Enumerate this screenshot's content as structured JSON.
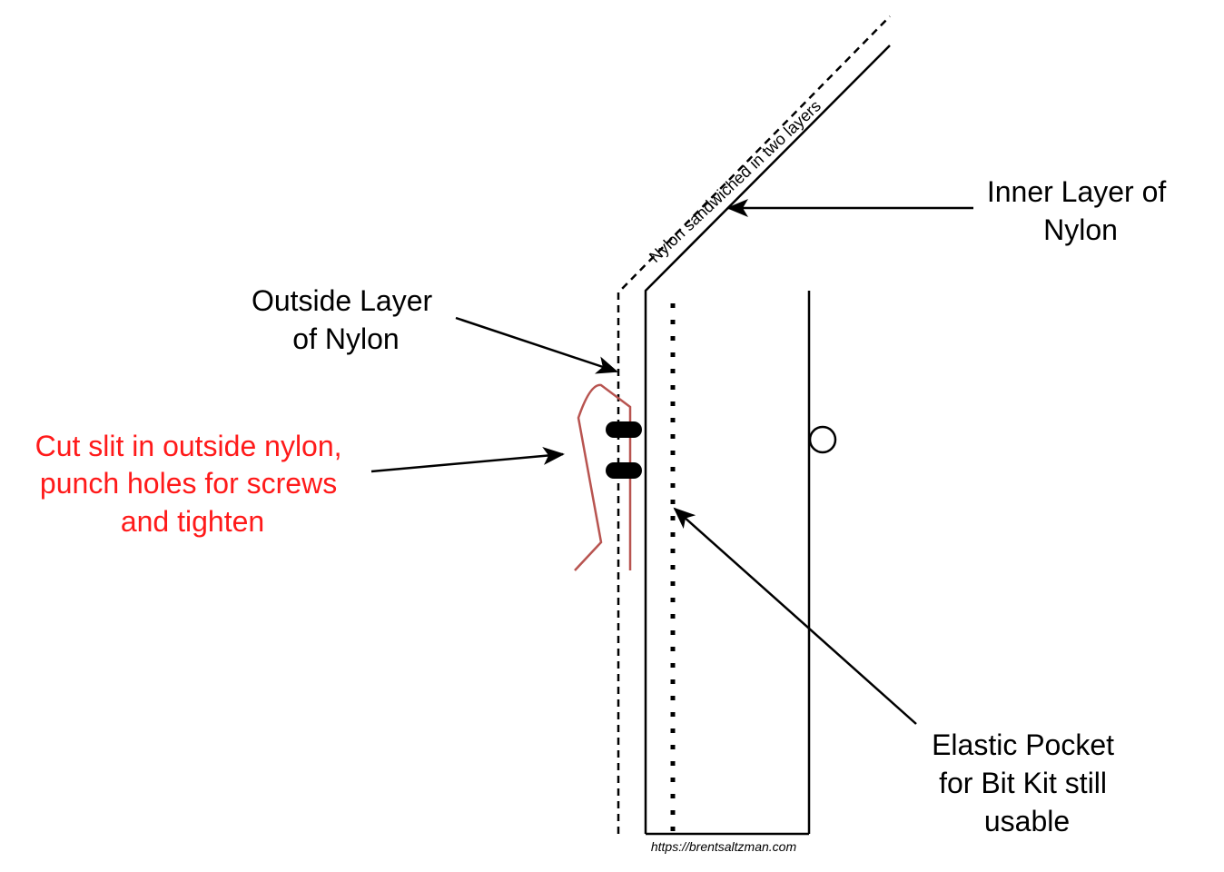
{
  "colors": {
    "line": "#000000",
    "callout_text": "#ff1a1a",
    "slit_outline": "#b85450",
    "background": "#ffffff"
  },
  "labels": {
    "inner_layer": [
      "Inner Layer of",
      "Nylon"
    ],
    "outside_layer": [
      "Outside Layer",
      "of Nylon"
    ],
    "cut_slit": [
      "Cut slit in outside nylon,",
      "punch holes for screws",
      "and tighten"
    ],
    "elastic_pocket": [
      "Elastic Pocket",
      "for Bit Kit still",
      "usable"
    ],
    "along_strap": "Nylon sandwiched in two layers",
    "credit": "https://brentsaltzman.com"
  }
}
